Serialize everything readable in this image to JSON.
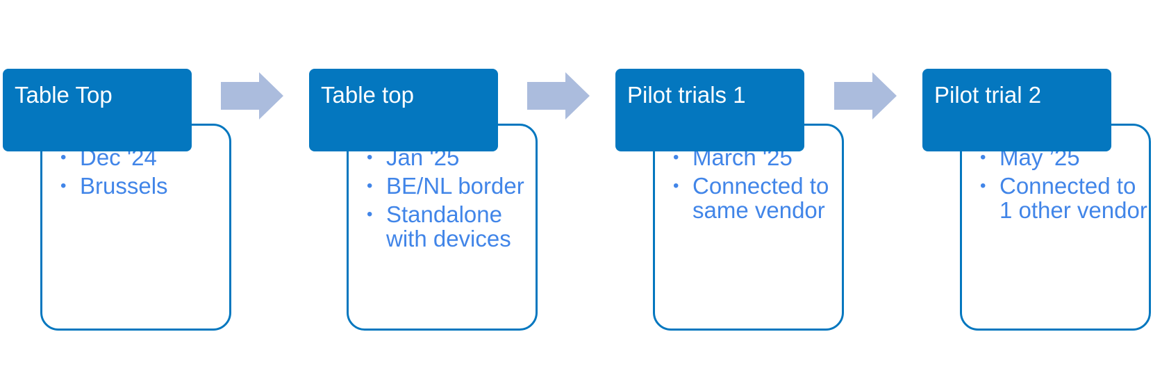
{
  "colors": {
    "header_fill": "#0477bf",
    "header_text": "#ffffff",
    "card_border": "#0477bf",
    "bullet_text": "#4185e8",
    "arrow_fill": "#abbcdd"
  },
  "steps": [
    {
      "title": "Table Top",
      "bullets": [
        "Dec '24",
        "Brussels"
      ]
    },
    {
      "title": "Table top",
      "bullets": [
        "Jan '25",
        "BE/NL border",
        "Standalone with devices"
      ]
    },
    {
      "title": "Pilot trials 1",
      "bullets": [
        "March '25",
        "Connected to same vendor"
      ]
    },
    {
      "title": "Pilot trial 2",
      "bullets": [
        "May ’25",
        "Connected to 1 other vendor"
      ]
    }
  ],
  "connector_icon": "right-arrow-icon"
}
